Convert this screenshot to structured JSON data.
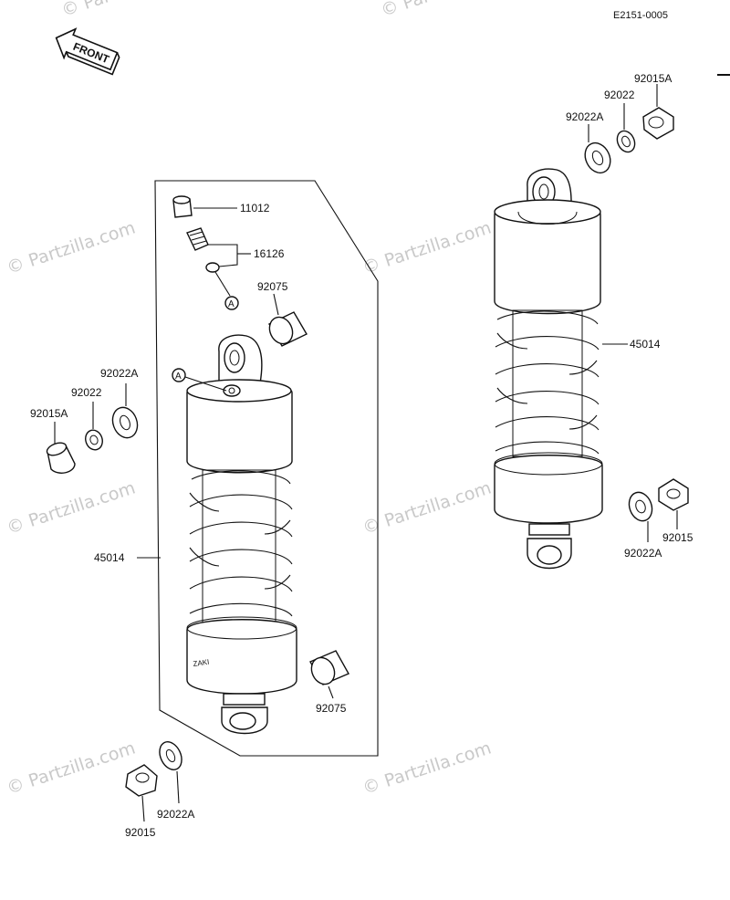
{
  "diagram_code": "E2151-0005",
  "front_label": "FRONT",
  "watermark": "© Partzilla.com",
  "ref_marker": "A",
  "decal_text": "ZAKI",
  "parts": {
    "bolt": "11012",
    "valve": "16126",
    "collar": "92075",
    "washer": "92022A",
    "bushing": "92022",
    "cap_nut": "92015A",
    "shock_absorber": "45014",
    "nut": "92015"
  }
}
